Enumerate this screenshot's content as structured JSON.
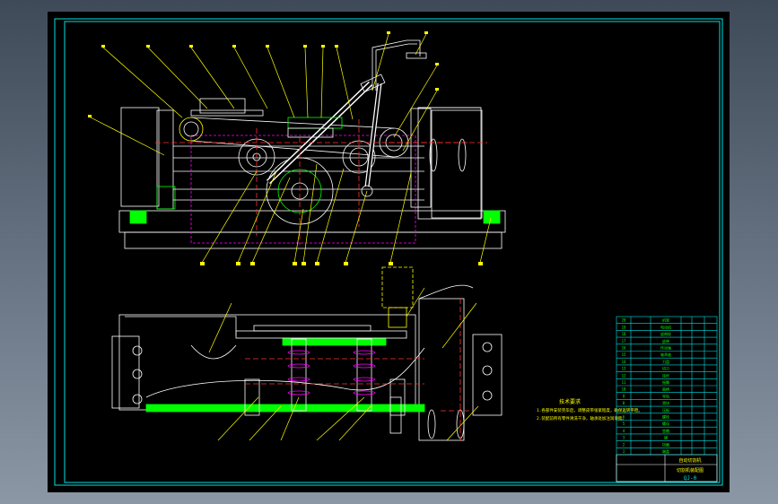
{
  "drawing": {
    "notes_title": "技术要求",
    "notes": [
      "1.各部件安装完毕后，调整皮带张紧程度，确保运转平稳。",
      "2.装配前所有零件清洗干净，轴承处加注润滑脂。"
    ],
    "title_block": {
      "project": "自动切割机",
      "drawing_name": "切割机装配图",
      "drawing_number": "QJ-0"
    },
    "parts_list": [
      "机架",
      "电动机",
      "皮带轮",
      "皮带",
      "传动轴",
      "轴承座",
      "刀盘",
      "切刀",
      "连杆",
      "摇臂",
      "曲柄",
      "导轨",
      "滑块",
      "压板",
      "螺栓",
      "螺母",
      "垫圈",
      "键",
      "挡圈",
      "端盖"
    ],
    "colors": {
      "frame": "#00e0e0",
      "lines": "#ffffff",
      "leaders": "#ffff00",
      "hatch": "#00ff00",
      "dashed": "#ff3030",
      "hidden": "#ff00ff"
    }
  }
}
